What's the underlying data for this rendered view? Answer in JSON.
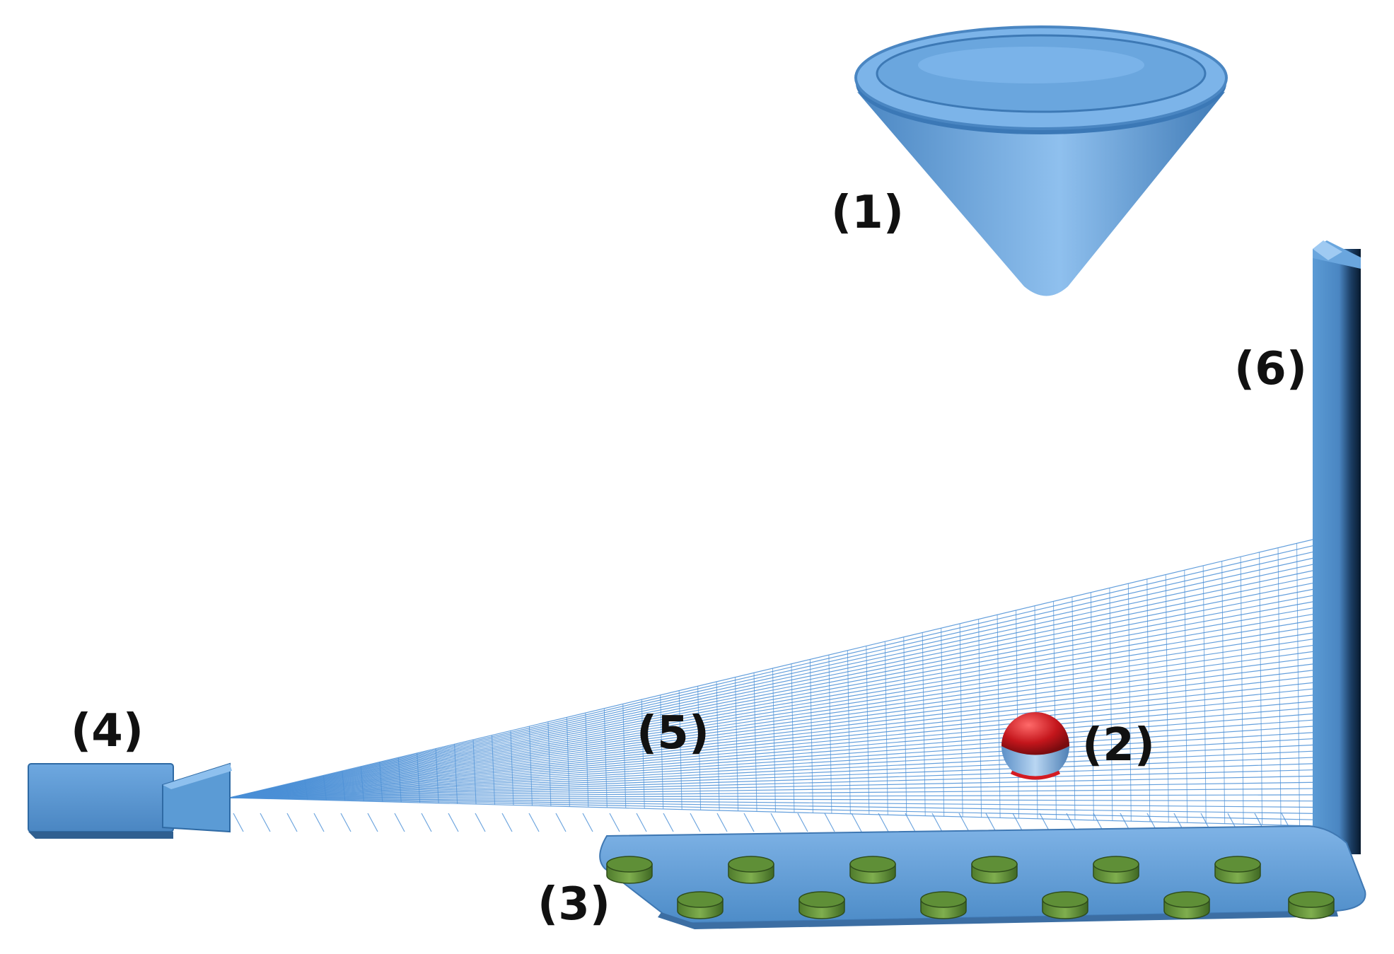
{
  "labels": {
    "hopper": "(1)",
    "sphere": "(2)",
    "conveyor": "(3)",
    "projector": "(4)",
    "fringe_pattern": "(5)",
    "screen": "(6)"
  },
  "colors": {
    "equipment_blue": "#5b9bd5",
    "equipment_dark": "#0c2a48",
    "pellet_green": "#5f8f37",
    "sphere_red": "#c4161c",
    "grid_blue": "#4a8fd6"
  },
  "icons": {
    "hopper": "funnel-cone",
    "sphere": "red-blue-ball",
    "conveyor": "tray-with-pellets",
    "projector": "light-projector",
    "fringe_pattern": "projected-line-grid",
    "screen": "vertical-post"
  }
}
